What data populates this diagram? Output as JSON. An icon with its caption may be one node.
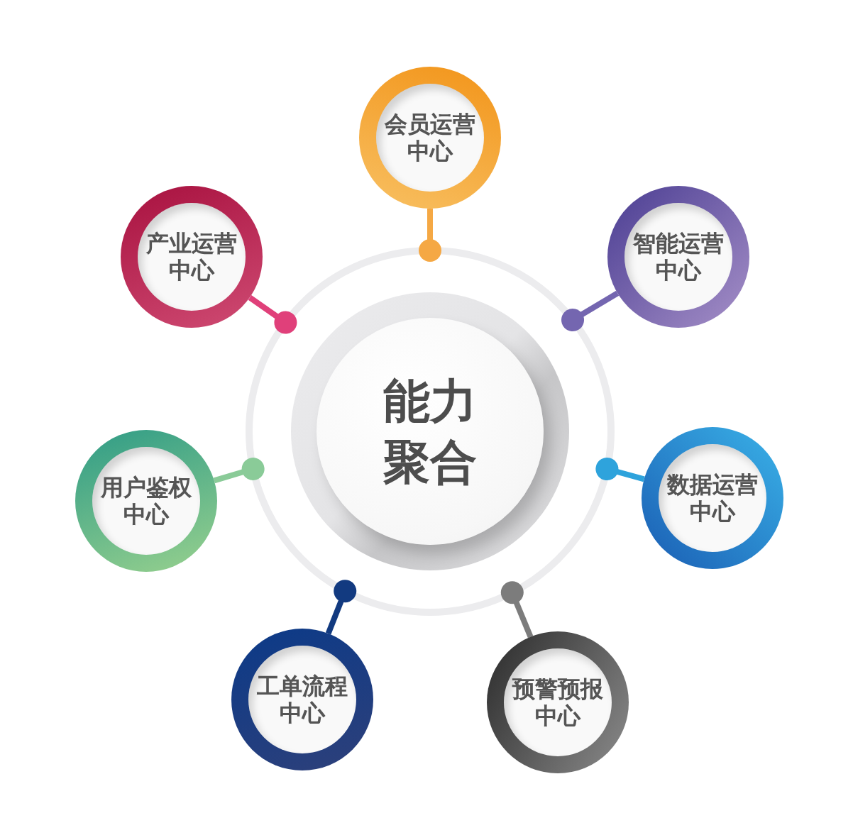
{
  "diagram": {
    "nodes": [
      {
        "text": [
          "能力聚合"
        ]
      },
      {
        "text": [
          "会员运营中心"
        ]
      },
      {
        "text": [
          "智能运营中心"
        ]
      },
      {
        "text": [
          "数据运营中心"
        ]
      },
      {
        "text": [
          "预警预报中心"
        ]
      },
      {
        "text": [
          "工单流程中心"
        ]
      },
      {
        "text": [
          "用户鉴权中心"
        ]
      },
      {
        "text": [
          "产业运营中心"
        ]
      }
    ],
    "edges": [
      {
        "from": 1,
        "to": 0,
        "arrow": "other",
        "color": "#f5a844"
      },
      {
        "from": 2,
        "to": 0,
        "arrow": "other",
        "color": "#7466b0"
      },
      {
        "from": 3,
        "to": 0,
        "arrow": "other",
        "color": "#2ea3dc"
      },
      {
        "from": 4,
        "to": 0,
        "arrow": "other",
        "color": "#7c7c7c"
      },
      {
        "from": 5,
        "to": 0,
        "arrow": "other",
        "color": "#123a80"
      },
      {
        "from": 6,
        "to": 0,
        "arrow": "other",
        "color": "#8acb98"
      },
      {
        "from": 7,
        "to": 0,
        "arrow": "other",
        "color": "#e0407a"
      }
    ]
  }
}
